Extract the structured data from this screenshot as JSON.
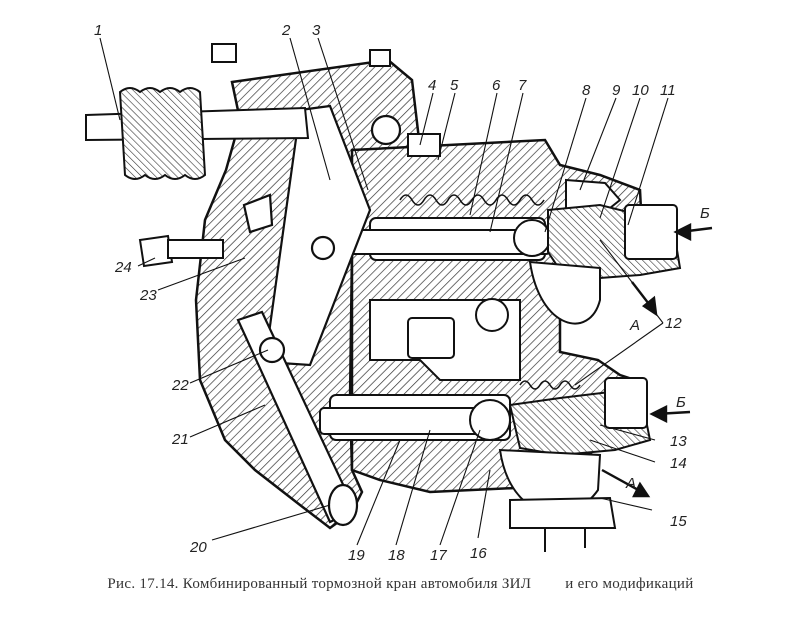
{
  "figure": {
    "callouts": [
      "1",
      "2",
      "3",
      "4",
      "5",
      "6",
      "7",
      "8",
      "9",
      "10",
      "11",
      "12",
      "13",
      "14",
      "15",
      "16",
      "17",
      "18",
      "19",
      "20",
      "21",
      "22",
      "23",
      "24"
    ],
    "flow_labels": {
      "A": "A",
      "B": "Б"
    }
  },
  "caption": {
    "part1": "Рис. 17.14. Комбинированный тормозной кран автомобиля ЗИЛ",
    "part2": "и его модификаций"
  }
}
